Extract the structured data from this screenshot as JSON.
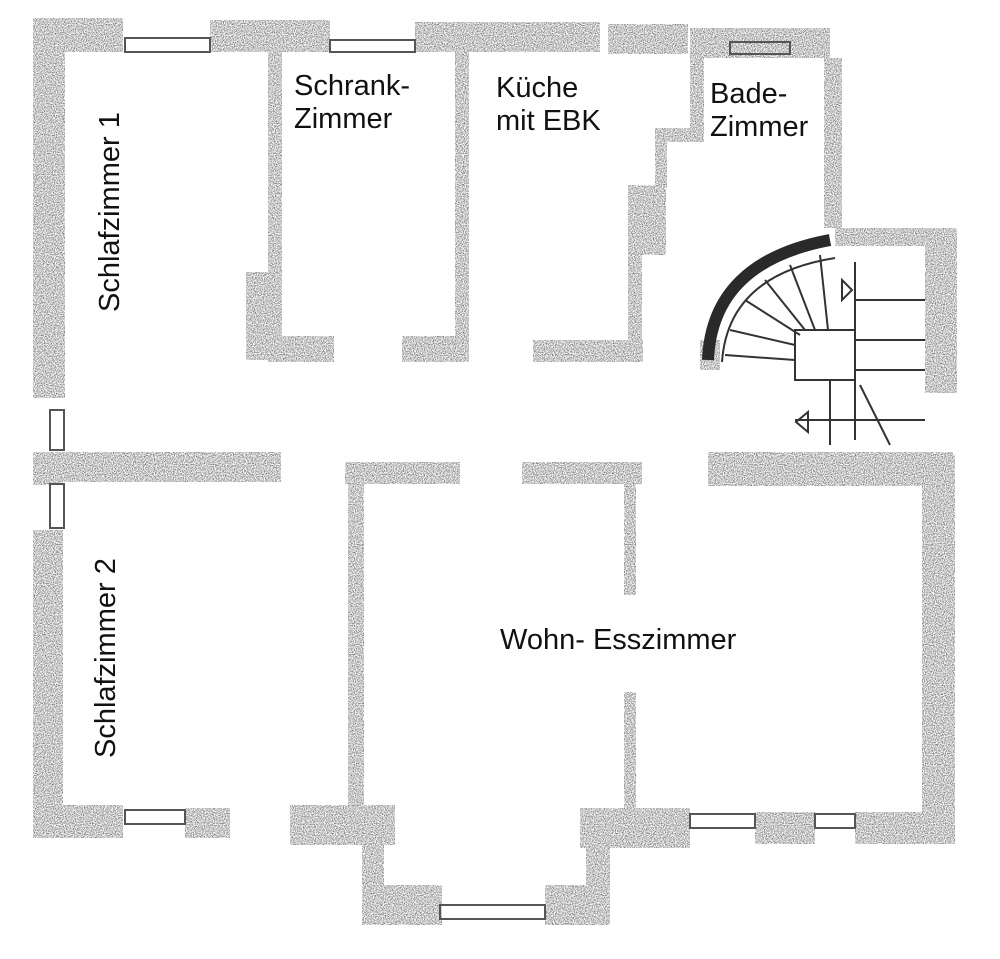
{
  "rooms": {
    "schlafzimmer_1": "Schlafzimmer 1",
    "schlafzimmer_2": "Schlafzimmer 2",
    "schrankzimmer": [
      "Schrank-",
      "Zimmer"
    ],
    "kueche": [
      "Küche",
      "mit EBK"
    ],
    "badezimmer": [
      "Bade-",
      "Zimmer"
    ],
    "wohn_esszimmer": "Wohn- Esszimmer"
  },
  "colors": {
    "wall": "#2a2a2a",
    "background": "#ffffff",
    "text": "#111111"
  }
}
